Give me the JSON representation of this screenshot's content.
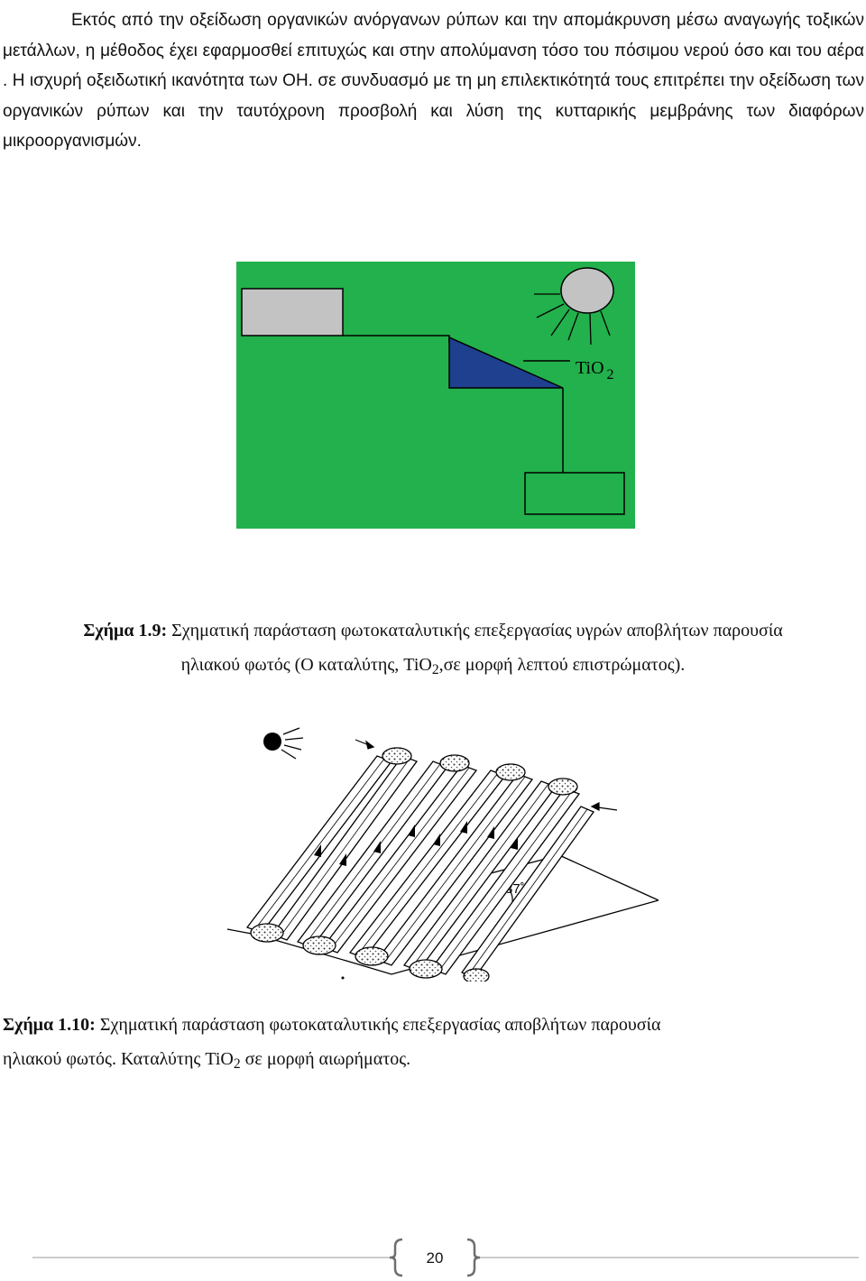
{
  "body_text": "Εκτός από την οξείδωση οργανικών ανόργανων ρύπων και την απομάκρυνση μέσω αναγωγής τοξικών μετάλλων, η μέθοδος έχει εφαρμοσθεί επιτυχώς και στην απολύμανση τόσο του πόσιμου νερού όσο και του αέρα . Η ισχυρή οξειδωτική ικανότητα των ΟΗ. σε συνδυασμό με τη μη επιλεκτικότητά τους επιτρέπει την οξείδωση των οργανικών ρύπων και την ταυτόχρονη προσβολή και λύση της κυτταρικής μεμβράνης των διαφόρων μικροοργανισμών.",
  "figure1": {
    "label_main": "TiO",
    "label_sub": "2",
    "colors": {
      "background": "#22b14c",
      "tank": "#c3c3c3",
      "sun": "#c3c3c3",
      "panel": "#1f3f8f"
    }
  },
  "caption1": {
    "label": "Σχήμα 1.9:",
    "line1": " Σχηματική παράσταση φωτοκαταλυτικής επεξεργασίας υγρών αποβλήτων παρουσία",
    "line2_pre": "ηλιακού φωτός (Ο καταλύτης, TiO",
    "line2_sub": "2",
    "line2_post": ",σε μορφή λεπτού επιστρώματος)."
  },
  "figure2": {
    "angle_label": "37˚"
  },
  "caption2": {
    "label": "Σχήμα 1.10:",
    "line1": " Σχηματική παράσταση φωτοκαταλυτικής επεξεργασίας αποβλήτων παρουσία",
    "line2_pre": "ηλιακού φωτός. Καταλύτης TiO",
    "line2_sub": "2",
    "line2_post": " σε μορφή αιωρήματος."
  },
  "page_number": "20"
}
